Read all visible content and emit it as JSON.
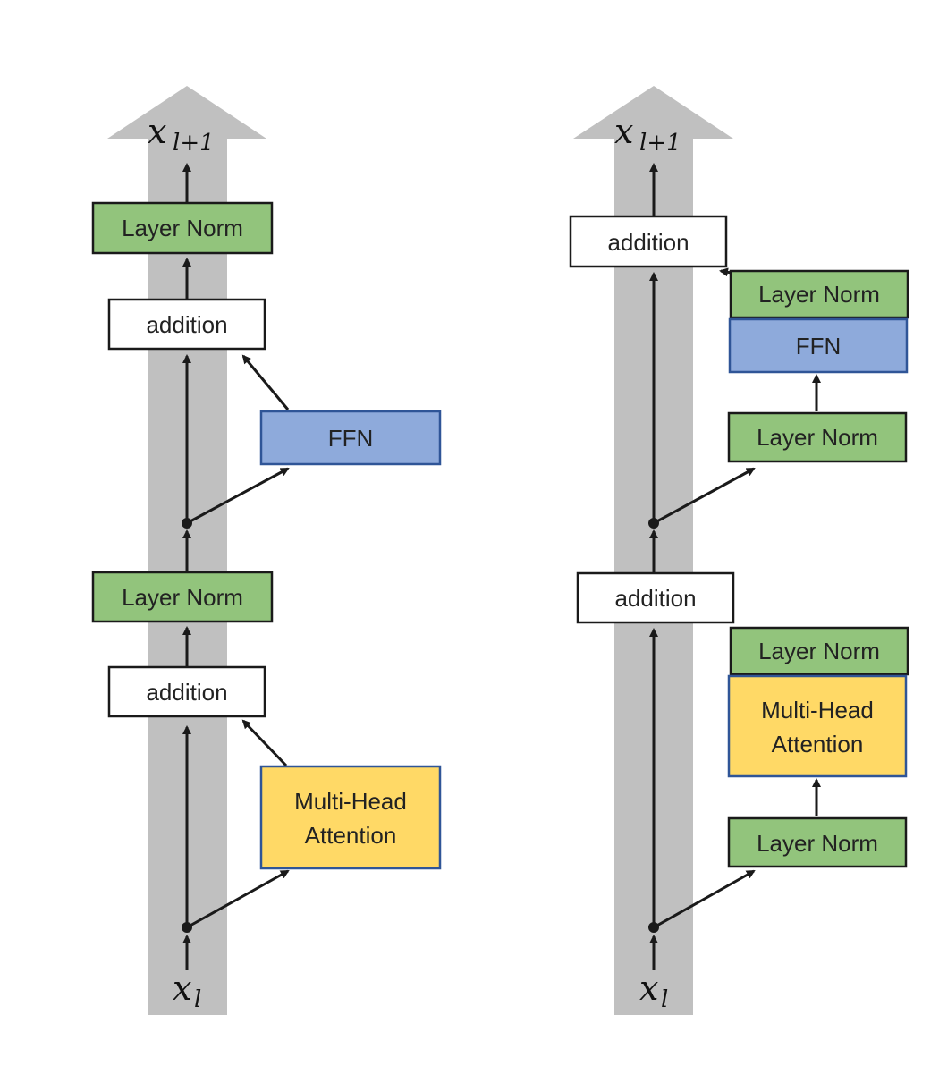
{
  "colors": {
    "highway": "#c0c0c0",
    "layer_norm": "#92c47c",
    "ffn": "#8eaadb",
    "attention": "#ffd966",
    "addition": "#ffffff",
    "stroke": "#1a1a1a",
    "ffn_stroke": "#2f5597",
    "attention_stroke": "#2f5597"
  },
  "labels": {
    "output_var": "x",
    "output_sub": "l+1",
    "input_var": "x",
    "input_sub": "l"
  },
  "left_diagram": {
    "layer_norm_top": "Layer Norm",
    "addition_top": "addition",
    "ffn": "FFN",
    "layer_norm_bottom": "Layer Norm",
    "addition_bottom": "addition",
    "attention_line1": "Multi-Head",
    "attention_line2": "Attention"
  },
  "right_diagram": {
    "addition_top": "addition",
    "layer_norm_ffn_post": "Layer Norm",
    "ffn": "FFN",
    "layer_norm_ffn_pre": "Layer Norm",
    "addition_bottom": "addition",
    "layer_norm_attn_post": "Layer Norm",
    "attention_line1": "Multi-Head",
    "attention_line2": "Attention",
    "layer_norm_attn_pre": "Layer Norm"
  }
}
